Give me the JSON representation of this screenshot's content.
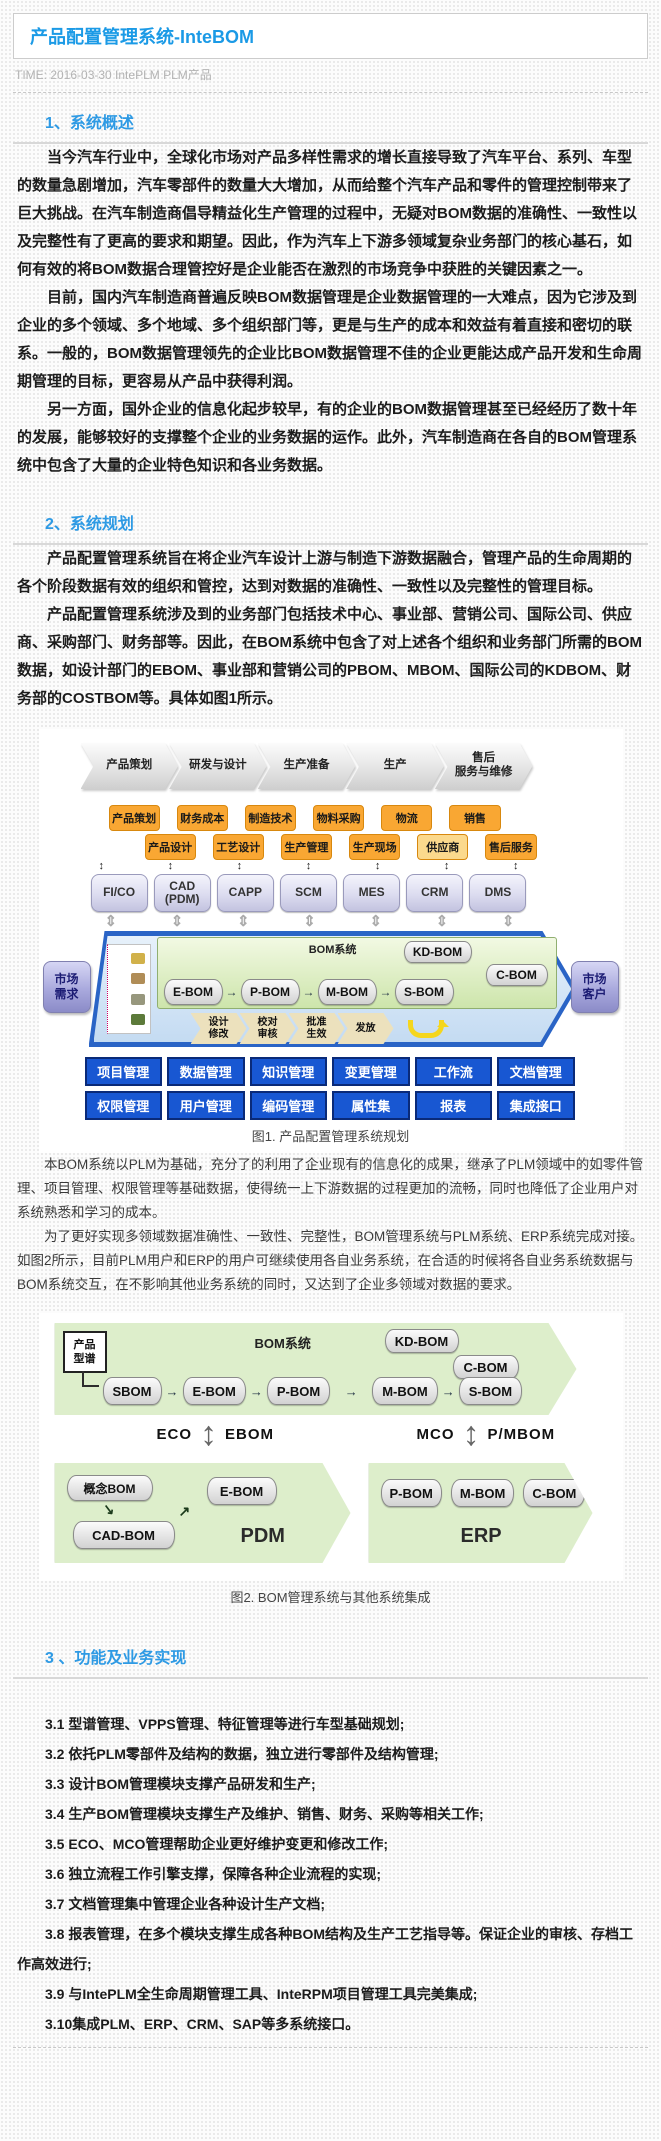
{
  "header": {
    "title": "产品配置管理系统-InteBOM",
    "meta": "TIME: 2016-03-30 IntePLM PLM产品"
  },
  "colors": {
    "title_blue": "#1b9ae6",
    "heading_blue": "#2e9ae4",
    "module_blue": "#1857d2",
    "dept_orange": "#f9a733",
    "panel_green": "#ddeecb",
    "arrow_blue": "#2a64c6"
  },
  "sections": {
    "s1": {
      "heading": "1、系统概述",
      "p1": "当今汽车行业中，全球化市场对产品多样性需求的增长直接导致了汽车平台、系列、车型的数量急剧增加，汽车零部件的数量大大增加，从而给整个汽车产品和零件的管理控制带来了巨大挑战。在汽车制造商倡导精益化生产管理的过程中，无疑对BOM数据的准确性、一致性以及完整性有了更高的要求和期望。因此，作为汽车上下游多领域复杂业务部门的核心基石，如何有效的将BOM数据合理管控好是企业能否在激烈的市场竞争中获胜的关键因素之一。",
      "p2": "目前，国内汽车制造商普遍反映BOM数据管理是企业数据管理的一大难点，因为它涉及到企业的多个领域、多个地域、多个组织部门等，更是与生产的成本和效益有着直接和密切的联系。一般的，BOM数据管理领先的企业比BOM数据管理不佳的企业更能达成产品开发和生命周期管理的目标，更容易从产品中获得利润。",
      "p3": "另一方面，国外企业的信息化起步较早，有的企业的BOM数据管理甚至已经经历了数十年的发展，能够较好的支撑整个企业的业务数据的运作。此外，汽车制造商在各自的BOM管理系统中包含了大量的企业特色知识和各业务数据。"
    },
    "s2": {
      "heading": "2、系统规划",
      "p1": "产品配置管理系统旨在将企业汽车设计上游与制造下游数据融合，管理产品的生命周期的各个阶段数据有效的组织和管控，达到对数据的准确性、一致性以及完整性的管理目标。",
      "p2": "产品配置管理系统涉及到的业务部门包括技术中心、事业部、营销公司、国际公司、供应商、采购部门、财务部等。因此，在BOM系统中包含了对上述各个组织和业务部门所需的BOM数据，如设计部门的EBOM、事业部和营销公司的PBOM、MBOM、国际公司的KDBOM、财务部的COSTBOM等。具体如图1所示。",
      "p3": "本BOM系统以PLM为基础，充分了的利用了企业现有的信息化的成果，继承了PLM领域中的如零件管理、项目管理、权限管理等基础数据，使得统一上下游数据的过程更加的流畅，同时也降低了企业用户对系统熟悉和学习的成本。",
      "p4": "为了更好实现多领域数据准确性、一致性、完整性，BOM管理系统与PLM系统、ERP系统完成对接。如图2所示，目前PLM用户和ERP的用户可继续使用各自业务系统，在合适的时候将各自业务系统数据与BOM系统交互，在不影响其他业务系统的同时，又达到了企业多领域对数据的要求。"
    },
    "s3": {
      "heading": "3 、功能及业务实现",
      "items": [
        "3.1 型谱管理、VPPS管理、特征管理等进行车型基础规划;",
        "3.2 依托PLM零部件及结构的数据，独立进行零部件及结构管理;",
        "3.3 设计BOM管理模块支撑产品研发和生产;",
        "3.4 生产BOM管理模块支撑生产及维护、销售、财务、采购等相关工作;",
        "3.5 ECO、MCO管理帮助企业更好维护变更和修改工作;",
        "3.6 独立流程工作引擎支撑，保障各种企业流程的实现;",
        "3.7 文档管理集中管理企业各种设计生产文档;",
        "3.8 报表管理，在多个模块支撑生成各种BOM结构及生产工艺指导等。保证企业的审核、存档工作高效进行;",
        "3.9 与IntePLM全生命周期管理工具、InteRPM项目管理工具完美集成;",
        "3.10集成PLM、ERP、CRM、SAP等多系统接口。"
      ]
    }
  },
  "figure1": {
    "phases": [
      "产品策划",
      "研发与设计",
      "生产准备",
      "生产",
      "售后\n服务与维修"
    ],
    "dept_row1": [
      "产品策划",
      "财务成本",
      "制造技术",
      "物料采购",
      "物流",
      "销售"
    ],
    "dept_row2": [
      "产品设计",
      "工艺设计",
      "生产管理",
      "生产现场",
      "供应商",
      "售后服务"
    ],
    "systems": [
      "FI/CO",
      "CAD\n(PDM)",
      "CAPP",
      "SCM",
      "MES",
      "CRM",
      "DMS"
    ],
    "market_left": "市场\n需求",
    "market_right": "市场\n客户",
    "bom_label": "BOM系统",
    "kd_bom": "KD-BOM",
    "c_bom": "C-BOM",
    "flow": [
      "E-BOM",
      "P-BOM",
      "M-BOM",
      "S-BOM"
    ],
    "process": [
      "设计\n修改",
      "校对\n审核",
      "批准\n生效",
      "发放"
    ],
    "modules_row1": [
      "项目管理",
      "数据管理",
      "知识管理",
      "变更管理",
      "工作流",
      "文档管理"
    ],
    "modules_row2": [
      "权限管理",
      "用户管理",
      "编码管理",
      "属性集",
      "报表",
      "集成接口"
    ],
    "caption": "图1. 产品配置管理系统规划"
  },
  "figure2": {
    "bom_label": "BOM系统",
    "product_box": "产品\n型谱",
    "kd_bom": "KD-BOM",
    "c_bom": "C-BOM",
    "flow": [
      "SBOM",
      "E-BOM",
      "P-BOM",
      "M-BOM",
      "S-BOM"
    ],
    "eco": "ECO",
    "ebom": "EBOM",
    "mco": "MCO",
    "pmbom": "P/MBOM",
    "pdm": {
      "label": "PDM",
      "n1": "概念BOM",
      "n2": "CAD-BOM",
      "n3": "E-BOM"
    },
    "erp": {
      "label": "ERP",
      "n1": "P-BOM",
      "n2": "M-BOM",
      "n3": "C-BOM"
    },
    "caption": "图2. BOM管理系统与其他系统集成"
  }
}
